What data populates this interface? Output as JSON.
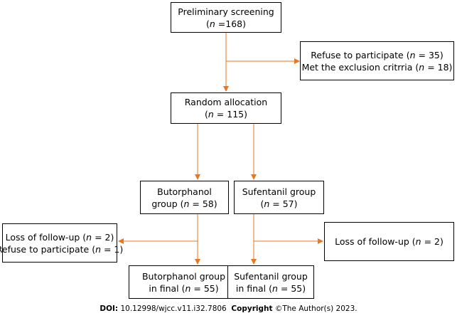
{
  "colors": {
    "arrow": "#e87722",
    "border": "#000000"
  },
  "boxes": {
    "screening": {
      "lines": [
        {
          "text": "Preliminary screening"
        },
        {
          "pre": "(",
          "n": "n",
          "post": " =168)"
        }
      ]
    },
    "refuse": {
      "lines": [
        {
          "pre": "Refuse to participate (",
          "n": "n",
          "post": " = 35)"
        },
        {
          "pre": "Met the exclusion critrria (",
          "n": "n",
          "post": " = 18)"
        }
      ]
    },
    "random": {
      "lines": [
        {
          "text": "Random allocation"
        },
        {
          "pre": "(",
          "n": "n",
          "post": " = 115)"
        }
      ]
    },
    "butorphanol": {
      "lines": [
        {
          "text": "Butorphanol"
        },
        {
          "pre": "group (",
          "n": "n",
          "post": " = 58)"
        }
      ]
    },
    "sufentanil": {
      "lines": [
        {
          "text": "Sufentanil group"
        },
        {
          "pre": "(",
          "n": "n",
          "post": " = 57)"
        }
      ]
    },
    "loss_left": {
      "lines": [
        {
          "pre": "Loss of follow-up (",
          "n": "n",
          "post": " = 2)"
        },
        {
          "pre": "Refuse to participate (",
          "n": "n",
          "post": " = 1)"
        }
      ]
    },
    "loss_right": {
      "lines": [
        {
          "pre": "Loss of follow-up (",
          "n": "n",
          "post": " = 2)"
        }
      ]
    },
    "butorphanol_final": {
      "lines": [
        {
          "text": "Butorphanol group"
        },
        {
          "pre": "in final (",
          "n": "n",
          "post": " = 55)"
        }
      ]
    },
    "sufentanil_final": {
      "lines": [
        {
          "text": "Sufentanil group"
        },
        {
          "pre": "in final (",
          "n": "n",
          "post": " = 55)"
        }
      ]
    }
  },
  "footer": {
    "doi_label": "DOI:",
    "doi": "10.12998/wjcc.v11.i32.7806",
    "copyright_label": "Copyright",
    "copyright": "©The Author(s) 2023."
  }
}
